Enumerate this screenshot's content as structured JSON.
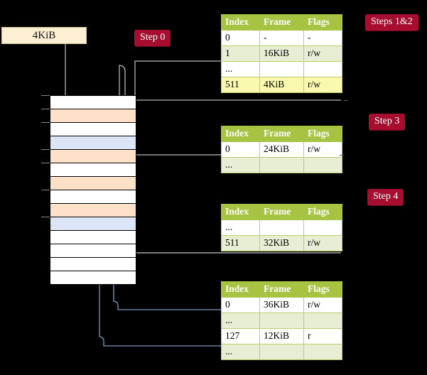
{
  "diagram": {
    "title_request": "4KiB",
    "labels": {
      "step0": "Step 0",
      "steps12": "Steps 1&2",
      "step3": "Step 3",
      "step4": "Step 4"
    },
    "colors": {
      "pill_bg": "#a70d2f",
      "pill_fg": "#ffffff",
      "table_header_bg": "#a6c442",
      "table_alt_row": "#e8eed4",
      "highlight_row": "#f8f8ae",
      "mem_orange": "#fce0c8",
      "mem_blue": "#dbe5f5",
      "request_box_bg": "#fdefd2",
      "wire_gray": "#b0b0b0",
      "wire_blue": "#7b96c4"
    }
  },
  "memory_column": {
    "name": "physical-memory-frames",
    "cells": [
      {
        "fill": "white"
      },
      {
        "fill": "orange"
      },
      {
        "fill": "white"
      },
      {
        "fill": "blue"
      },
      {
        "fill": "orange"
      },
      {
        "fill": "white"
      },
      {
        "fill": "orange"
      },
      {
        "fill": "white"
      },
      {
        "fill": "orange"
      },
      {
        "fill": "blue"
      },
      {
        "fill": "white"
      },
      {
        "fill": "white"
      },
      {
        "fill": "white"
      },
      {
        "fill": "white"
      }
    ]
  },
  "tables": [
    {
      "id": "table-level-1",
      "headers": [
        "Index",
        "Frame",
        "Flags"
      ],
      "rows": [
        {
          "style": "plain",
          "cells": [
            "0",
            "-",
            "-"
          ]
        },
        {
          "style": "alt",
          "cells": [
            "1",
            "16KiB",
            "r/w"
          ]
        },
        {
          "style": "plain",
          "cells": [
            "...",
            "",
            ""
          ]
        },
        {
          "style": "hl",
          "cells": [
            "511",
            "4KiB",
            "r/w"
          ]
        }
      ]
    },
    {
      "id": "table-level-2",
      "headers": [
        "Index",
        "Frame",
        "Flags"
      ],
      "rows": [
        {
          "style": "plain",
          "cells": [
            "0",
            "24KiB",
            "r/w"
          ]
        },
        {
          "style": "alt",
          "cells": [
            "...",
            "",
            ""
          ]
        }
      ]
    },
    {
      "id": "table-level-3",
      "headers": [
        "Index",
        "Frame",
        "Flags"
      ],
      "rows": [
        {
          "style": "plain",
          "cells": [
            "...",
            "",
            ""
          ]
        },
        {
          "style": "alt",
          "cells": [
            "511",
            "32KiB",
            "r/w"
          ]
        }
      ]
    },
    {
      "id": "table-level-4",
      "headers": [
        "Index",
        "Frame",
        "Flags"
      ],
      "rows": [
        {
          "style": "plain",
          "cells": [
            "0",
            "36KiB",
            "r/w"
          ]
        },
        {
          "style": "alt",
          "cells": [
            "...",
            "",
            ""
          ]
        },
        {
          "style": "plain",
          "cells": [
            "127",
            "12KiB",
            "r"
          ]
        },
        {
          "style": "alt",
          "cells": [
            "...",
            "",
            ""
          ]
        }
      ]
    }
  ]
}
